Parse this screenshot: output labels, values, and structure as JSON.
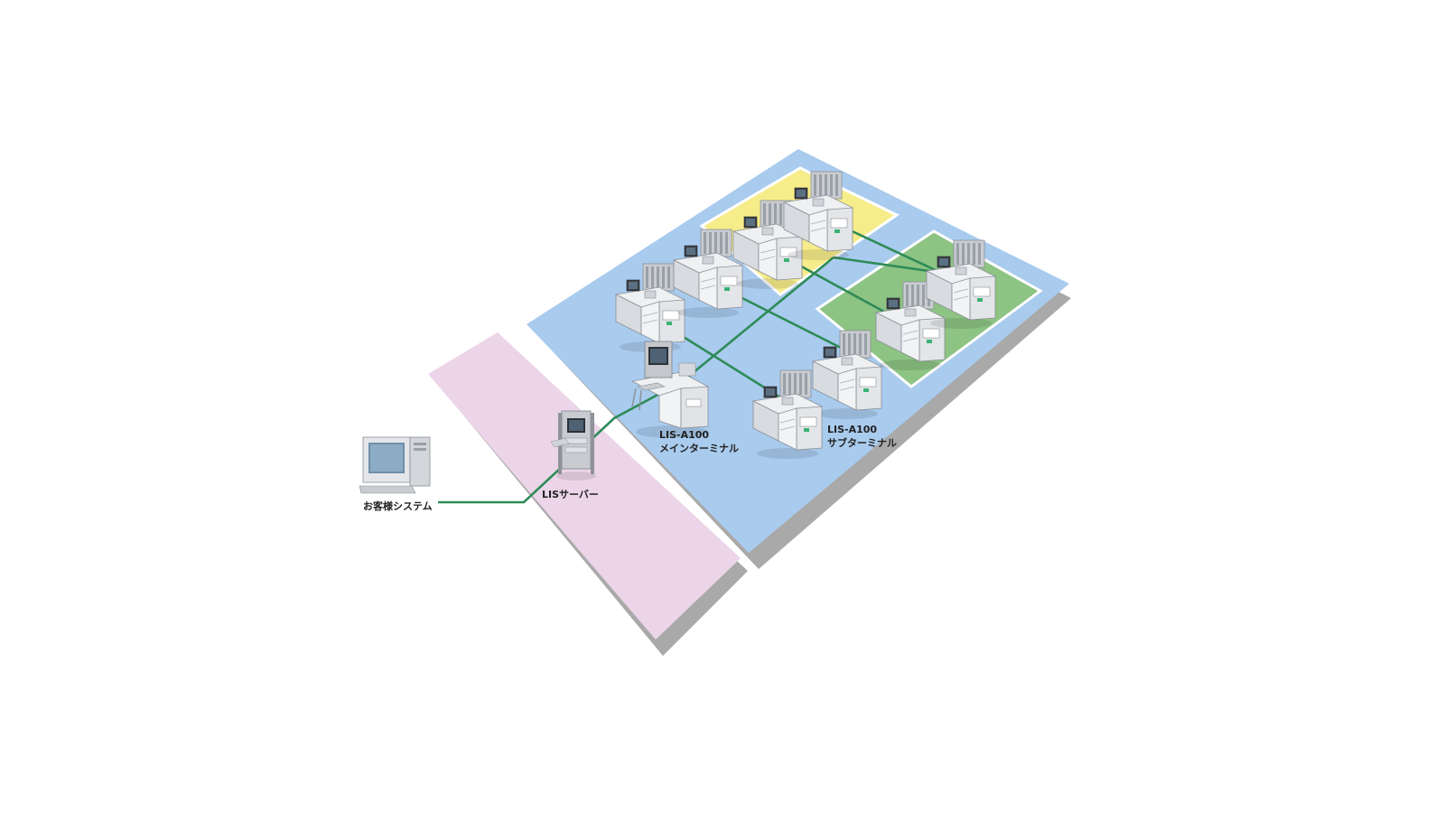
{
  "labels": {
    "customer_system": "お客様システム",
    "lis_server": "LISサーバー",
    "main_terminal": {
      "model": "LIS-A100",
      "name": "メインターミナル"
    },
    "sub_terminal": {
      "model": "LIS-A100",
      "name": "サブターミナル"
    }
  },
  "colors": {
    "floor_blue": "#a9cbee",
    "floor_pink": "#ecd5e8",
    "zone_yellow": "#f7ec8a",
    "zone_green": "#8dc383",
    "floor_shadow": "#a9a9a9",
    "network_line": "#2e8b57"
  },
  "icons": {
    "customer": "desktop-computer-icon",
    "server": "server-rack-icon",
    "terminal": "lab-terminal-workstation-icon"
  }
}
